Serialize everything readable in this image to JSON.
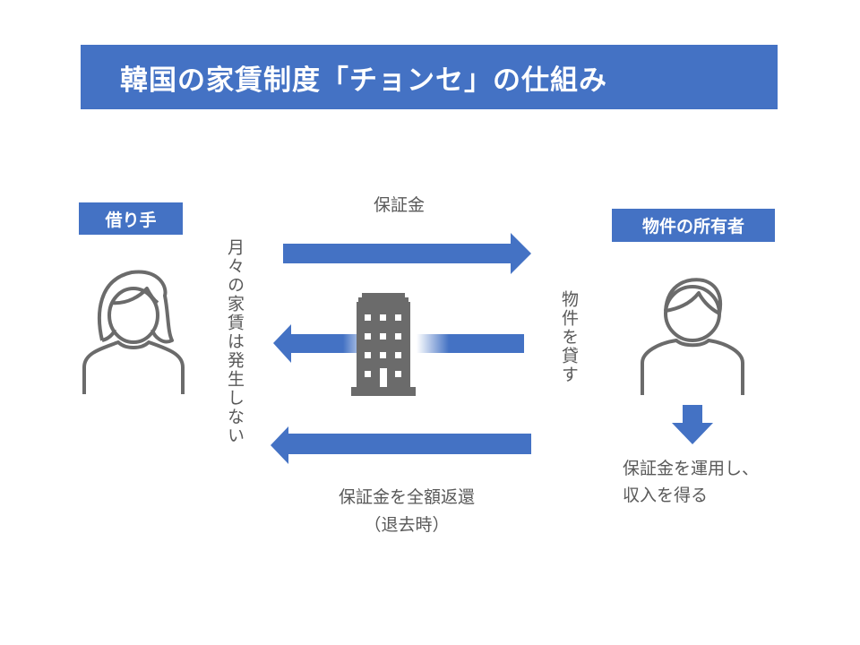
{
  "title": "韓国の家賃制度「チョンセ」の仕組み",
  "colors": {
    "accent": "#4472c4",
    "icon": "#6b6b6b",
    "text": "#595959"
  },
  "tenant": {
    "label": "借り手",
    "icon": "person-female-icon"
  },
  "owner": {
    "label": "物件の所有者",
    "icon": "person-male-icon"
  },
  "flows": {
    "deposit": "保証金",
    "no_rent": "月々の家賃は発生しない",
    "lend_property": "物件を貸す",
    "refund_line1": "保証金を全額返還",
    "refund_line2": "（退去時）"
  },
  "owner_note": {
    "line1": "保証金を運用し、",
    "line2": "収入を得る"
  }
}
